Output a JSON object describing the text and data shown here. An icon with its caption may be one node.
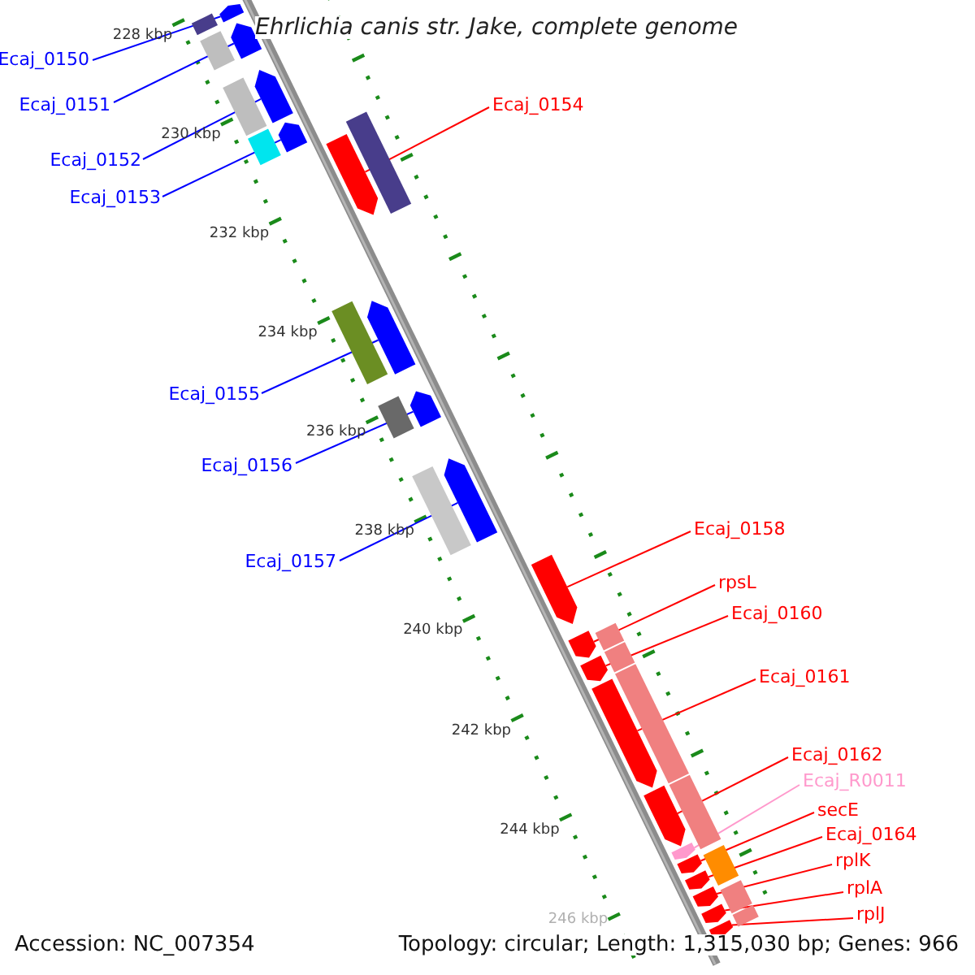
{
  "diagram": {
    "title": "Ehrlichia canis str. Jake, complete genome",
    "nodes": [
      {
        "text": [
          "Ecaj_0150"
        ]
      },
      {
        "text": [
          "Ecaj_0151"
        ]
      },
      {
        "text": [
          "Ecaj_0152"
        ]
      },
      {
        "text": [
          "Ecaj_0153"
        ]
      },
      {
        "text": [
          "Ecaj_0154"
        ]
      },
      {
        "text": [
          "Ecaj_0155"
        ]
      },
      {
        "text": [
          "Ecaj_0156"
        ]
      },
      {
        "text": [
          "Ecaj_0157"
        ]
      },
      {
        "text": [
          "Ecaj_0158"
        ]
      },
      {
        "text": [
          "rpsL"
        ]
      },
      {
        "text": [
          "Ecaj_0160"
        ]
      },
      {
        "text": [
          "Ecaj_0161"
        ]
      },
      {
        "text": [
          "Ecaj_0162"
        ]
      },
      {
        "text": [
          "Ecaj_R0011"
        ]
      },
      {
        "text": [
          "secE"
        ]
      },
      {
        "text": [
          "Ecaj_0164"
        ]
      },
      {
        "text": [
          "rplK"
        ]
      },
      {
        "text": [
          "rplA"
        ]
      },
      {
        "text": [
          "rplJ"
        ]
      },
      {
        "text": [],
        "shape": "pentagon"
      },
      {
        "text": [],
        "shape": "pentagon"
      },
      {
        "text": [],
        "shape": "pentagon"
      },
      {
        "text": [],
        "shape": "pentagon"
      },
      {
        "text": [],
        "shape": "pentagon"
      },
      {
        "text": [],
        "shape": "pentagon"
      },
      {
        "text": [],
        "shape": "pentagon"
      },
      {
        "text": [],
        "shape": "pentagon"
      },
      {
        "text": [],
        "shape": "pentagon"
      },
      {
        "text": [],
        "shape": "pentagon"
      },
      {
        "text": [],
        "shape": "pentagon"
      },
      {
        "text": [],
        "shape": "pentagon"
      },
      {
        "text": [],
        "shape": "pentagon"
      },
      {
        "text": [],
        "shape": "pentagon"
      },
      {
        "text": [],
        "shape": "pentagon"
      },
      {
        "text": [],
        "shape": "pentagon"
      },
      {
        "text": [],
        "shape": "pentagon"
      },
      {
        "text": [],
        "shape": "pentagon"
      },
      {
        "text": [],
        "shape": "pentagon"
      },
      {
        "text": [],
        "shape": "bar"
      },
      {
        "text": [],
        "shape": "bar"
      },
      {
        "text": [],
        "shape": "bar"
      },
      {
        "text": [],
        "shape": "bar"
      },
      {
        "text": [],
        "shape": "bar"
      },
      {
        "text": [],
        "shape": "bar"
      },
      {
        "text": [],
        "shape": "bar"
      },
      {
        "text": [],
        "shape": "bar"
      },
      {
        "text": [],
        "shape": "bar"
      },
      {
        "text": [],
        "shape": "bar"
      },
      {
        "text": [],
        "shape": "bar"
      },
      {
        "text": [],
        "shape": "bar"
      },
      {
        "text": [],
        "shape": "bar"
      },
      {
        "text": [],
        "shape": "bar"
      },
      {
        "text": [],
        "shape": "bar"
      }
    ],
    "edges": [
      {
        "from": 0,
        "to": 19,
        "arrow": "none",
        "color": "#0000ff"
      },
      {
        "from": 1,
        "to": 20,
        "arrow": "none",
        "color": "#0000ff"
      },
      {
        "from": 2,
        "to": 21,
        "arrow": "none",
        "color": "#0000ff"
      },
      {
        "from": 3,
        "to": 22,
        "arrow": "none",
        "color": "#0000ff"
      },
      {
        "from": 4,
        "to": 23,
        "arrow": "none"
      },
      {
        "from": 5,
        "to": 24,
        "arrow": "none",
        "color": "#0000ff"
      },
      {
        "from": 6,
        "to": 25,
        "arrow": "none",
        "color": "#0000ff"
      },
      {
        "from": 7,
        "to": 26,
        "arrow": "none",
        "color": "#0000ff"
      },
      {
        "from": 8,
        "to": 27,
        "arrow": "none"
      },
      {
        "from": 9,
        "to": 28,
        "arrow": "none"
      },
      {
        "from": 10,
        "to": 29,
        "arrow": "none"
      },
      {
        "from": 11,
        "to": 30,
        "arrow": "none"
      },
      {
        "from": 12,
        "to": 31,
        "arrow": "none"
      },
      {
        "from": 13,
        "to": 32,
        "arrow": "none",
        "color": "#ff99cc"
      },
      {
        "from": 14,
        "to": 33,
        "arrow": "none"
      },
      {
        "from": 15,
        "to": 34,
        "arrow": "none"
      },
      {
        "from": 16,
        "to": 35,
        "arrow": "none"
      },
      {
        "from": 17,
        "to": 36,
        "arrow": "none"
      },
      {
        "from": 18,
        "to": 37,
        "arrow": "none"
      }
    ],
    "labels": [
      "228 kbp",
      "230 kbp",
      "232 kbp",
      "234 kbp",
      "236 kbp",
      "238 kbp",
      "240 kbp",
      "242 kbp",
      "244 kbp",
      "246 kbp",
      "Accession: NC_007354",
      "Topology: circular; Length: 1,315,030 bp; Genes: 966"
    ]
  }
}
